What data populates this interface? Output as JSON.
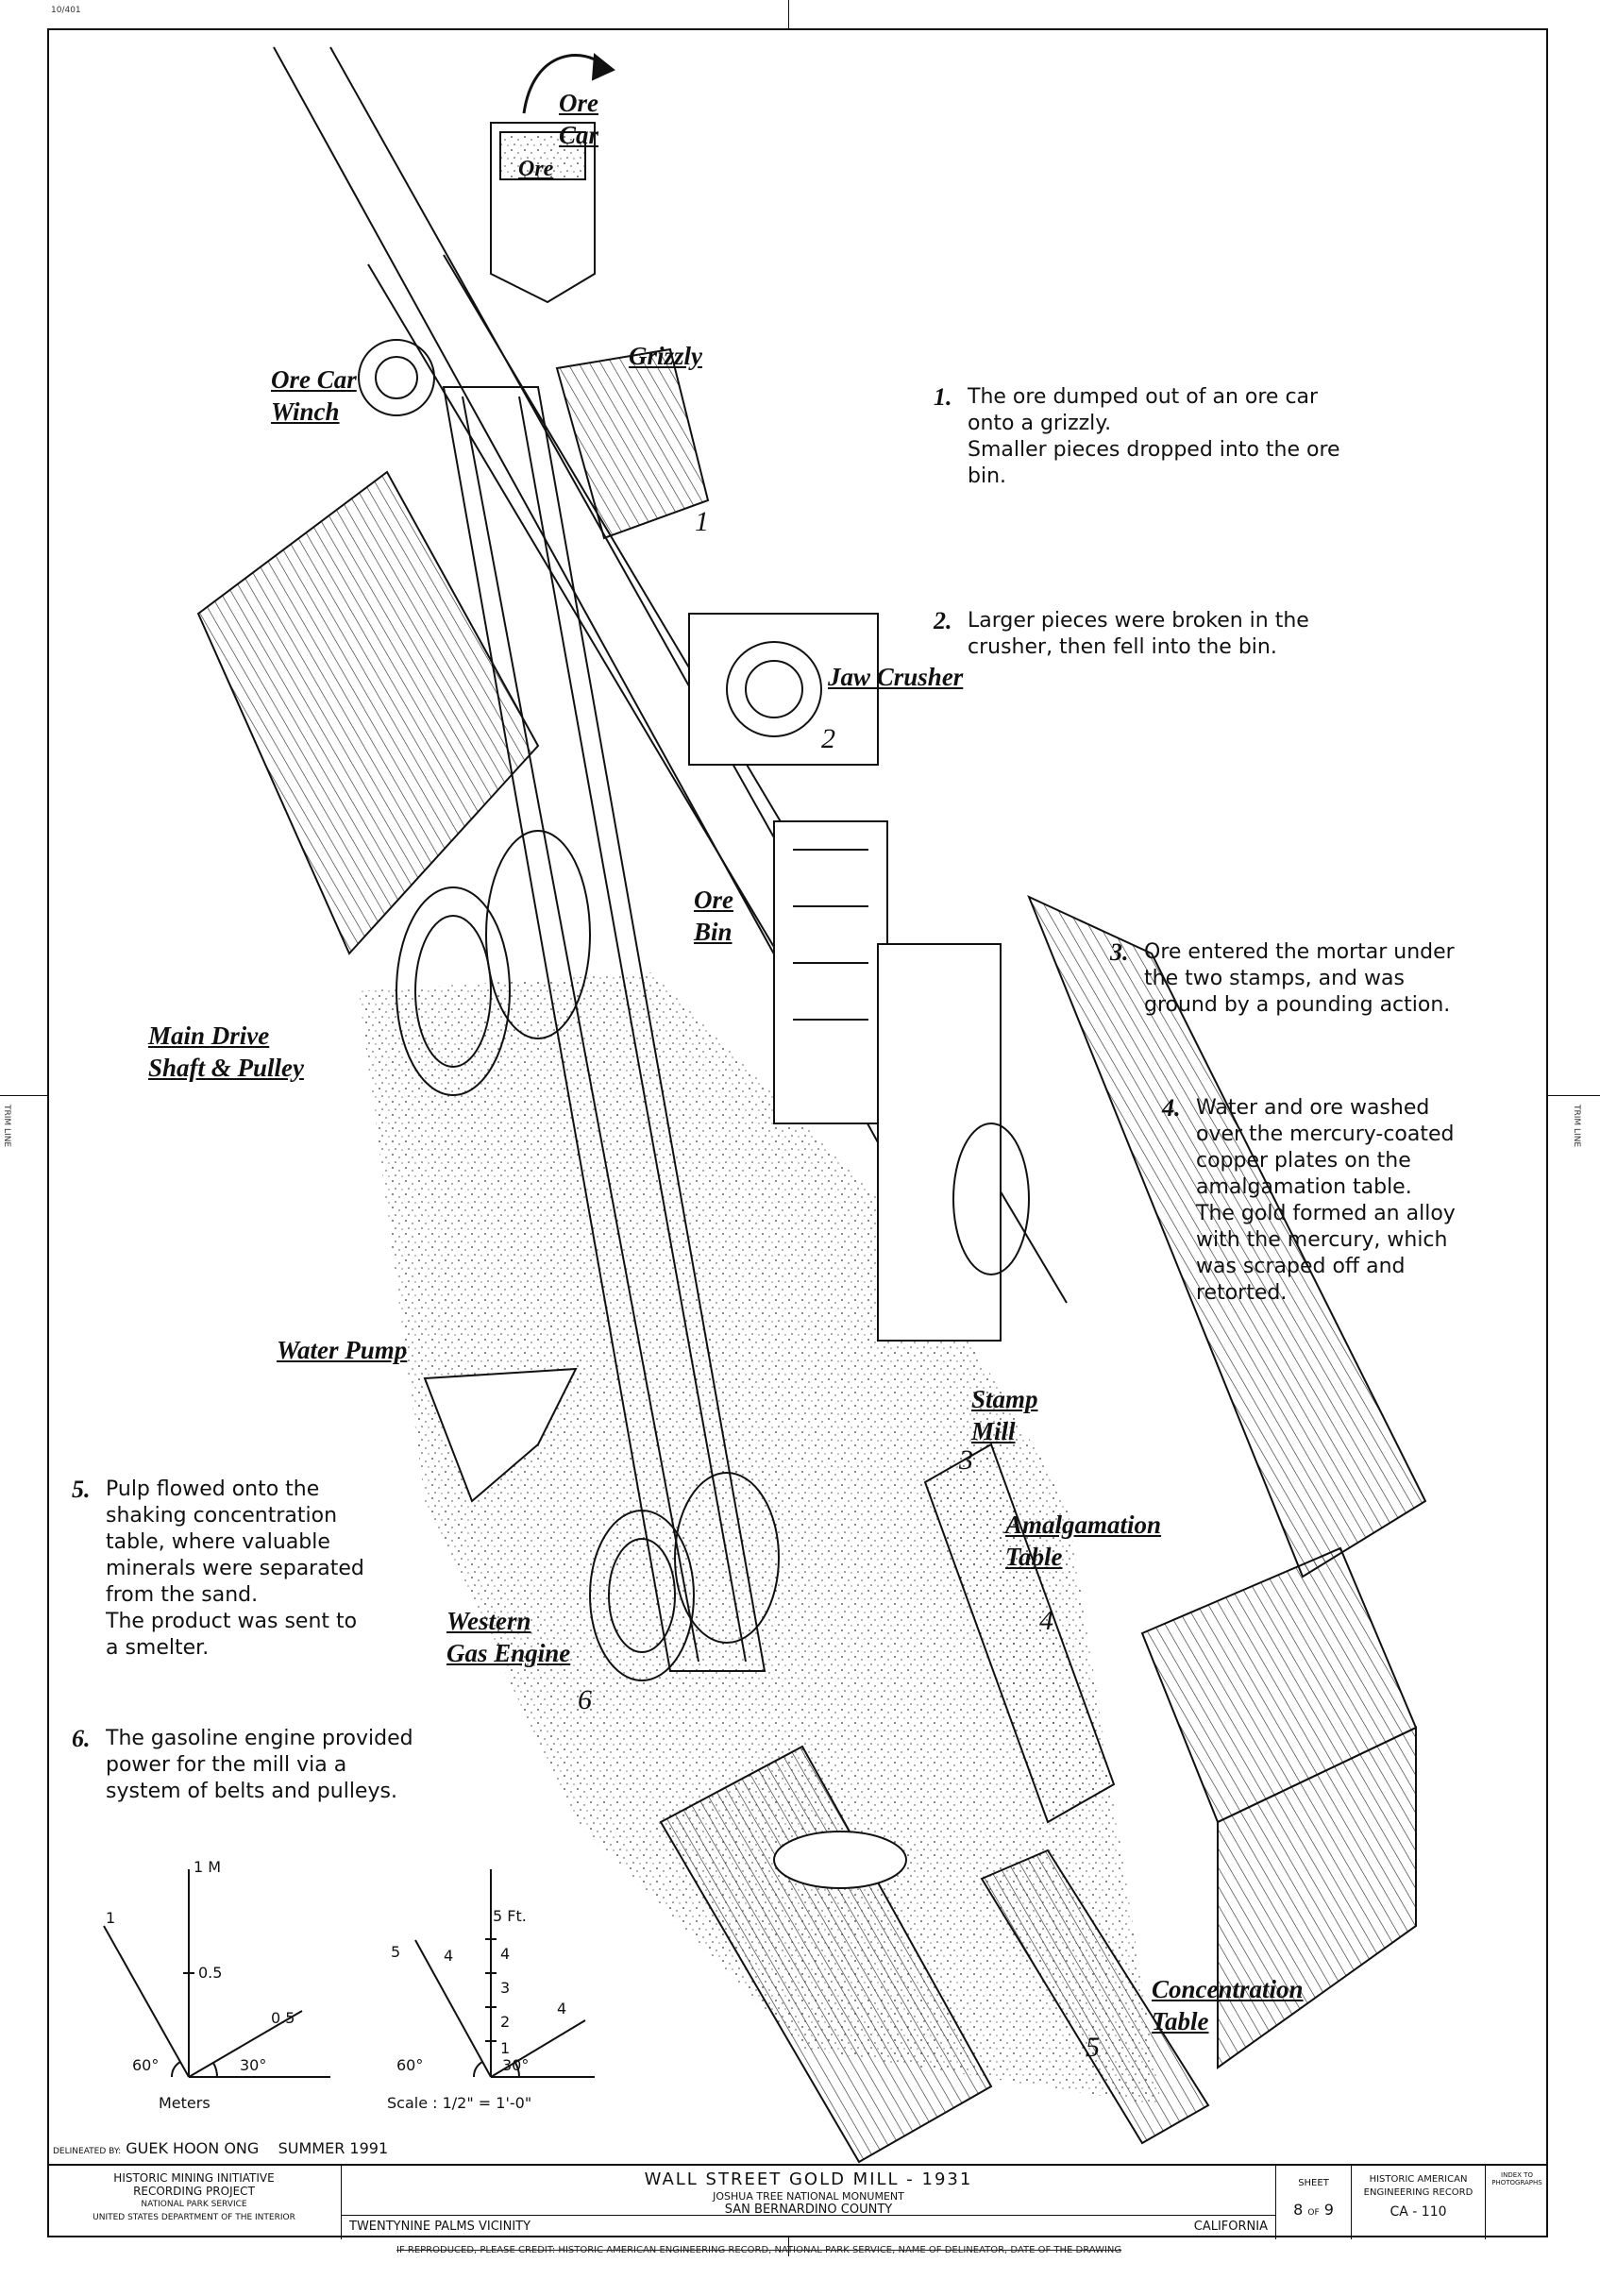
{
  "sheet": {
    "corner_id": "10/401",
    "side_tick_left": "TRIM LINE",
    "side_tick_right": "TRIM LINE"
  },
  "labels": {
    "ore_car": [
      "Ore",
      "Car"
    ],
    "ore": "Ore",
    "grizzly": "Grizzly",
    "ore_car_winch": [
      "Ore Car",
      "Winch"
    ],
    "jaw_crusher": "Jaw Crusher",
    "ore_bin": [
      "Ore",
      "Bin"
    ],
    "main_drive": [
      "Main Drive",
      "Shaft & Pulley"
    ],
    "water_pump": "Water Pump",
    "stamp_mill": [
      "Stamp",
      "Mill"
    ],
    "amalgamation_table": [
      "Amalgamation",
      "Table"
    ],
    "western_gas_engine": [
      "Western",
      "Gas Engine"
    ],
    "concentration_table": [
      "Concentration",
      "Table"
    ]
  },
  "step_markers": [
    "1",
    "2",
    "3",
    "4",
    "5",
    "6"
  ],
  "notes": [
    {
      "num": "1.",
      "lines": [
        "The ore dumped out of an ore car",
        "onto a grizzly.",
        "Smaller pieces dropped into the ore",
        "bin."
      ]
    },
    {
      "num": "2.",
      "lines": [
        "Larger pieces were broken in the",
        "crusher, then fell into the bin."
      ]
    },
    {
      "num": "3.",
      "lines": [
        "Ore entered the mortar under",
        "the two stamps, and was",
        "ground by a pounding action."
      ]
    },
    {
      "num": "4.",
      "lines": [
        "Water and ore washed",
        "over the mercury-coated",
        "copper plates on the",
        "amalgamation table.",
        "The gold formed an alloy",
        "with the mercury, which",
        "was scraped off and",
        "retorted."
      ]
    },
    {
      "num": "5.",
      "lines": [
        "Pulp flowed onto the",
        "shaking concentration",
        "table, where valuable",
        "minerals were separated",
        "from the sand.",
        "The product was sent to",
        "a smelter."
      ]
    },
    {
      "num": "6.",
      "lines": [
        "The gasoline engine provided",
        "power for the mill via a",
        "system of belts and pulleys."
      ]
    }
  ],
  "scale_metric": {
    "top": "1 M",
    "left": "1",
    "mid": "0.5",
    "right": "0.5",
    "angle_left": "60°",
    "angle_right": "30°",
    "caption": "Meters"
  },
  "scale_imperial": {
    "top": "5 Ft.",
    "ticks": [
      "4",
      "3",
      "2",
      "1"
    ],
    "left_top": "5",
    "left_mid": "4",
    "right": "4",
    "angle_left": "60°",
    "angle_right": "30°",
    "caption": "Scale  :  1/2\" = 1'-0\""
  },
  "delineator": {
    "prefix": "DELINEATED BY:",
    "name": "GUEK HOON ONG",
    "date": "SUMMER 1991"
  },
  "title_block": {
    "org_line1": "HISTORIC MINING INITIATIVE",
    "org_line2": "RECORDING PROJECT",
    "org_line3": "NATIONAL PARK SERVICE",
    "org_line4": "UNITED STATES DEPARTMENT OF THE INTERIOR",
    "title": "WALL STREET GOLD MILL - 1931",
    "subtitle1": "JOSHUA TREE NATIONAL MONUMENT",
    "subtitle2": "SAN BERNARDINO COUNTY",
    "location_left": "TWENTYNINE PALMS VICINITY",
    "location_right": "CALIFORNIA",
    "sheet_label": "SHEET",
    "sheet_num": "8",
    "sheet_of": "OF",
    "sheet_total": "9",
    "record_line1": "HISTORIC AMERICAN",
    "record_line2": "ENGINEERING RECORD",
    "record_id": "CA - 110",
    "index_note": "INDEX TO PHOTOGRAPHS"
  },
  "footer": "IF REPRODUCED, PLEASE CREDIT: HISTORIC AMERICAN ENGINEERING RECORD, NATIONAL PARK SERVICE, NAME OF DELINEATOR, DATE OF THE DRAWING"
}
